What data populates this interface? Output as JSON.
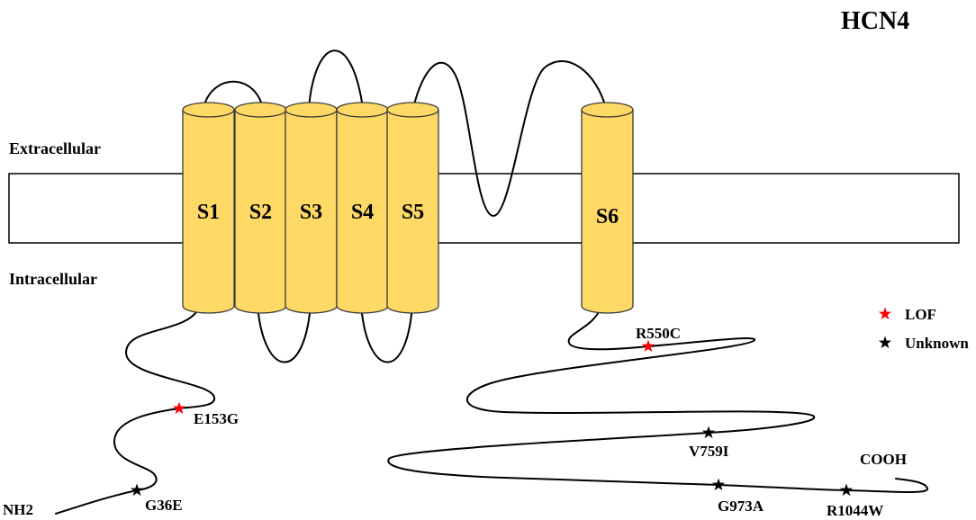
{
  "title": "HCN4",
  "membrane": {
    "extracellular_label": "Extracellular",
    "intracellular_label": "Intracellular"
  },
  "segments": [
    {
      "label": "S1"
    },
    {
      "label": "S2"
    },
    {
      "label": "S3"
    },
    {
      "label": "S4"
    },
    {
      "label": "S5"
    },
    {
      "label": "S6"
    }
  ],
  "termini": {
    "n": "NH2",
    "c": "COOH"
  },
  "mutations": [
    {
      "name": "G36E",
      "category": "Unknown"
    },
    {
      "name": "E153G",
      "category": "LOF"
    },
    {
      "name": "R550C",
      "category": "LOF"
    },
    {
      "name": "V759I",
      "category": "Unknown"
    },
    {
      "name": "G973A",
      "category": "Unknown"
    },
    {
      "name": "R1044W",
      "category": "Unknown"
    }
  ],
  "legend": [
    {
      "label": "LOF",
      "color": "#FF0000",
      "icon": "star-icon"
    },
    {
      "label": "Unknown",
      "color": "#000000",
      "icon": "star-icon"
    }
  ],
  "colors": {
    "helix_fill": "#FFD966",
    "helix_stroke": "#3a3a3a"
  }
}
